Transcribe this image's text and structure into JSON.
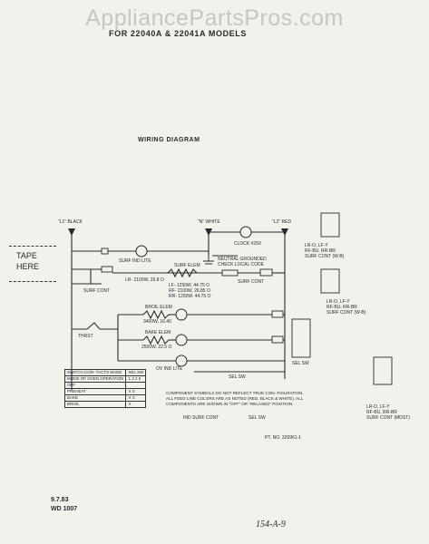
{
  "watermark": "AppliancePartsPros.com",
  "header": {
    "models": "FOR 22040A & 22041A MODELS",
    "title": "WIRING DIAGRAM"
  },
  "tape": {
    "line1": "TAPE",
    "line2": "HERE"
  },
  "lines": {
    "l1": "\"L1\" BLACK",
    "n": "\"N\" WHITE",
    "l2": "\"L2\" RED"
  },
  "components": {
    "clock": "CLOCK #250",
    "surf_ind_lite": "SURF IND LITE",
    "surf_cont": "SURF CONT",
    "surf_elem": "SURF ELEM",
    "neutral": "NEUTRAL GROUNDED",
    "check_local_code": "CHECK LOCAL CODE",
    "broil_elem": "BROIL ELEM",
    "broil_rating": "3400W, 16.40",
    "bake_elem": "BAKE ELEM",
    "bake_rating": "2500W, 22.5 O",
    "ov_ind_lite": "OV IND LITE",
    "thermostat": "THRST",
    "sel_sw": "SEL SW",
    "lr_rating": "LR- 2100W, 26.8 O",
    "lf_rating": "LF- 1250W, 44.75 O",
    "rf_rating": "RF- 2100W, 26.85 O",
    "rr_rating": "RR- 1250W, 44.75 O"
  },
  "table": {
    "headers": [
      "SWITCH CON- TACTS MADE",
      "SEL SW"
    ],
    "rows": [
      [
        "MODE OF OVEN OPERATION",
        "1 3 2 5"
      ],
      [
        "OFF",
        ""
      ],
      [
        "PREHEAT",
        "X X"
      ],
      [
        "BAKE",
        "X X"
      ],
      [
        "BROIL",
        "X"
      ]
    ]
  },
  "note": "COMPONENT SYMBOLS DO NOT REFLECT TRUE CON- FIGURATION. ALL FEED LINE COLORS ARE AS NOTED (RED, BLACK & WHITE). ALL COMPONENTS ARE SHOWN IN \"OFF\" OR \"RELAXED\" POSITION.",
  "legend": {
    "ind_surf": "IND SURF CONT",
    "sel_sw": "SEL SW"
  },
  "part_no": "PT. NO. 326961-1",
  "right_labels": {
    "a": "LR-O, LF-Y",
    "a2": "RF-BU, RR-BR",
    "a3": "SURF CONT (W-B)",
    "b": "LR-O, LF-Y",
    "b2": "RF-BU, RR-BR",
    "b3": "SURF CONT (W-B)",
    "sel": "SEL SW",
    "c": "LR-O, LF-Y",
    "c2": "RF-BU, RR-BR",
    "c3": "SURF CONT (MDST)"
  },
  "footer": {
    "date": "9.7.83",
    "doc": "WD 1007",
    "handwritten": "154-A-9"
  }
}
